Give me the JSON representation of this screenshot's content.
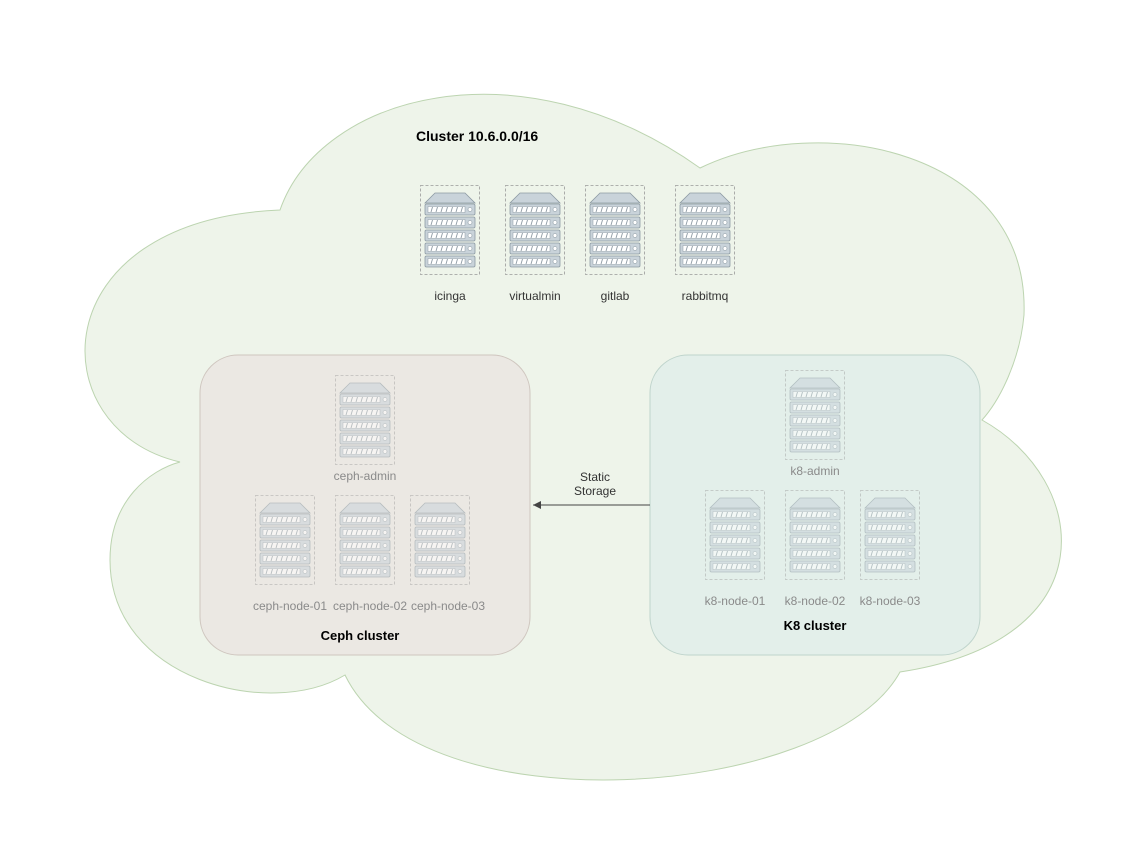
{
  "diagram": {
    "cluster_title": "Cluster 10.6.0.0/16",
    "top_servers": [
      {
        "label": "icinga"
      },
      {
        "label": "virtualmin"
      },
      {
        "label": "gitlab"
      },
      {
        "label": "rabbitmq"
      }
    ],
    "ceph": {
      "title": "Ceph cluster",
      "admin": "ceph-admin",
      "nodes": [
        "ceph-node-01",
        "ceph-node-02",
        "ceph-node-03"
      ]
    },
    "k8": {
      "title": "K8 cluster",
      "admin": "k8-admin",
      "nodes": [
        "k8-node-01",
        "k8-node-02",
        "k8-node-03"
      ]
    },
    "edge": {
      "label_line1": "Static",
      "label_line2": "Storage"
    }
  },
  "colors": {
    "cloud_fill": "#eef4ea",
    "cloud_stroke": "#bcd4b0",
    "ceph_fill": "#ebe8e3",
    "ceph_stroke": "#cfc6bf",
    "k8_fill": "#e3efea",
    "k8_stroke": "#bfd4cc",
    "server_metal": "#c9d3da",
    "server_dark": "#8d9aa3"
  }
}
